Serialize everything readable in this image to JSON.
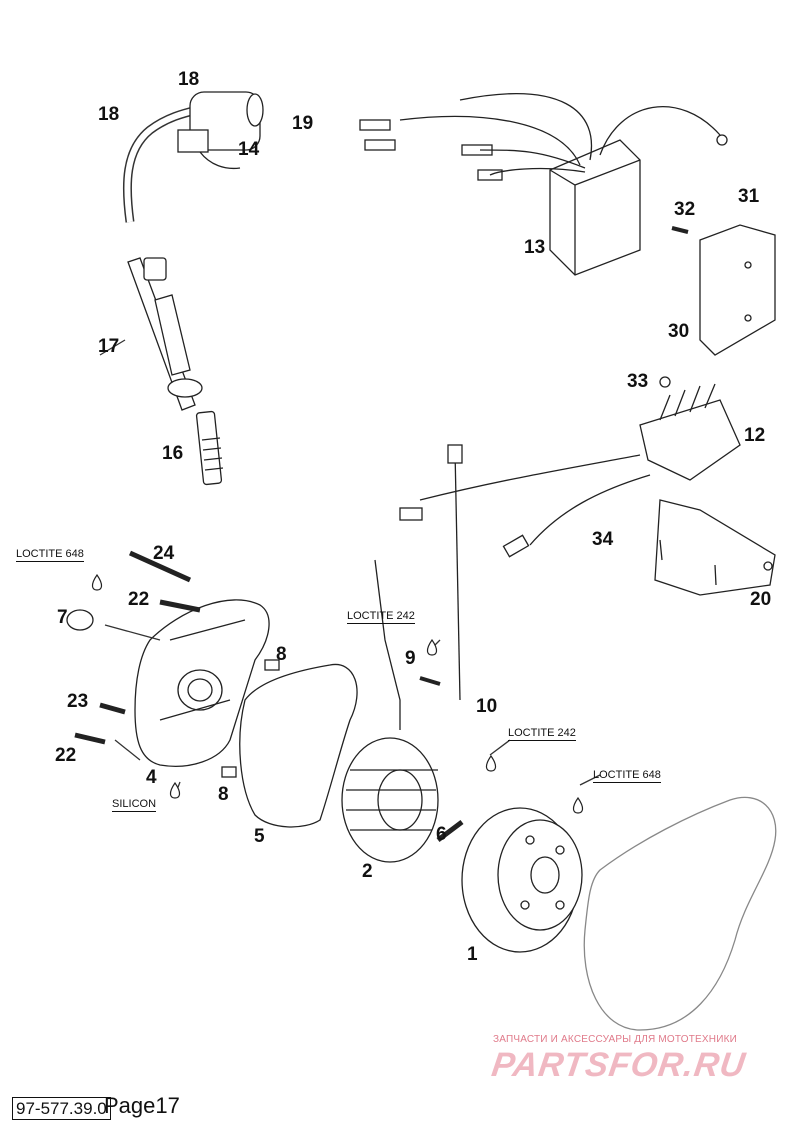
{
  "labels": {
    "p1": "1",
    "p2": "2",
    "p4": "4",
    "p5": "5",
    "p6": "6",
    "p7": "7",
    "p8a": "8",
    "p8b": "8",
    "p9": "9",
    "p10": "10",
    "p12": "12",
    "p13": "13",
    "p14": "14",
    "p16": "16",
    "p17": "17",
    "p18a": "18",
    "p18b": "18",
    "p19": "19",
    "p20": "20",
    "p22a": "22",
    "p22b": "22",
    "p23": "23",
    "p24": "24",
    "p30": "30",
    "p31": "31",
    "p32": "32",
    "p33": "33",
    "p34": "34"
  },
  "notes": {
    "loctite648_left": "LOCTITE 648",
    "loctite242_mid": "LOCTITE 242",
    "loctite242_right": "LOCTITE 242",
    "loctite648_right": "LOCTITE 648",
    "silicon": "SILICON"
  },
  "watermark": {
    "tagline": "ЗАПЧАСТИ И АКСЕССУАРЫ ДЛЯ МОТОТЕХНИКИ",
    "logo": "PARTSFOR.RU",
    "color": "#e58a98"
  },
  "footer": {
    "code": "97-577.39.0",
    "page": "Page17"
  }
}
